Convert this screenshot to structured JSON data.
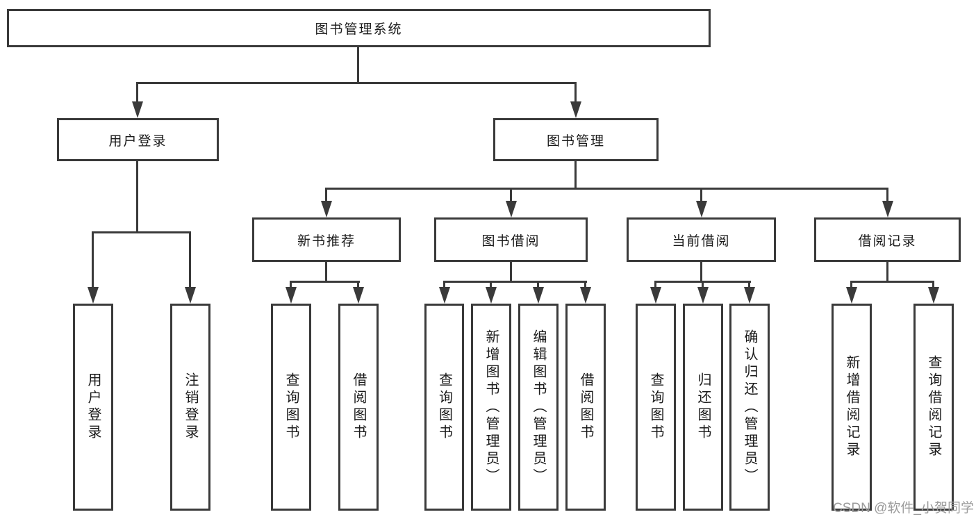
{
  "diagram_title": "图书管理系统",
  "watermark": "CSDN @软件_小贺同学",
  "colors": {
    "line": "#3a3a3a",
    "text": "#1a1a1a",
    "watermark": "#9b9b9b",
    "background": "#ffffff"
  },
  "nodes": {
    "root": "图书管理系统",
    "l2_user_login": "用户登录",
    "l2_book_mgmt": "图书管理",
    "l3_new_book_rec": "新书推荐",
    "l3_book_borrow": "图书借阅",
    "l3_current_borrow": "当前借阅",
    "l3_borrow_records": "借阅记录",
    "leaf_user_login": "用户登录",
    "leaf_logout": "注销登录",
    "leaf_rec_query_book": "查询图书",
    "leaf_rec_borrow_book": "借阅图书",
    "leaf_bor_query_book": "查询图书",
    "leaf_bor_add_book": "新增图书（管理员）",
    "leaf_bor_edit_book": "编辑图书（管理员）",
    "leaf_bor_borrow_book": "借阅图书",
    "leaf_cur_query_book": "查询图书",
    "leaf_cur_return_book": "归还图书",
    "leaf_cur_confirm_return": "确认归还（管理员）",
    "leaf_add_borrow_record": "新增借阅记录",
    "leaf_query_borrow_record": "查询借阅记录"
  },
  "tree": {
    "root": "图书管理系统",
    "children": [
      {
        "label": "用户登录",
        "children": [
          "用户登录",
          "注销登录"
        ]
      },
      {
        "label": "图书管理",
        "children": [
          {
            "label": "新书推荐",
            "children": [
              "查询图书",
              "借阅图书"
            ]
          },
          {
            "label": "图书借阅",
            "children": [
              "查询图书",
              "新增图书（管理员）",
              "编辑图书（管理员）",
              "借阅图书"
            ]
          },
          {
            "label": "当前借阅",
            "children": [
              "查询图书",
              "归还图书",
              "确认归还（管理员）"
            ]
          },
          {
            "label": "借阅记录",
            "children": [
              "新增借阅记录",
              "查询借阅记录"
            ]
          }
        ]
      }
    ]
  }
}
